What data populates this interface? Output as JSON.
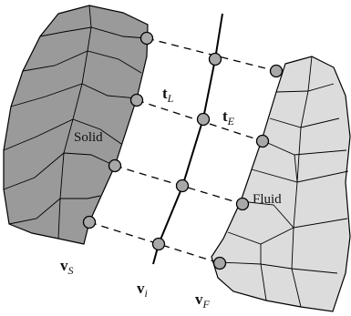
{
  "labels": {
    "solid": "Solid",
    "fluid": "Fluid",
    "tL": {
      "main": "t",
      "sub": "L"
    },
    "tE": {
      "main": "t",
      "sub": "E"
    },
    "vS": {
      "main": "v",
      "sub": "S"
    },
    "vi": {
      "main": "v",
      "sub": "i"
    },
    "vF": {
      "main": "v",
      "sub": "F"
    }
  },
  "colors": {
    "solid_fill": "#9a9a9a",
    "fluid_fill": "#dcdcdc",
    "node_fill": "#a8a8a8",
    "stroke": "#000000"
  }
}
